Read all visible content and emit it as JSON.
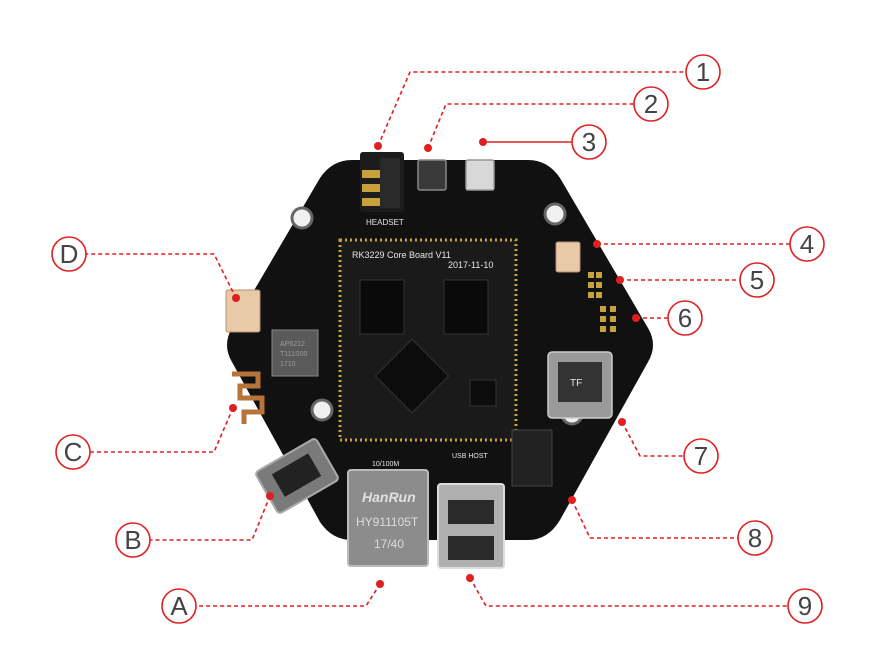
{
  "colors": {
    "leader_line": "#e02020",
    "dot": "#e02020",
    "circle_stroke": "#e02020",
    "label": "#444444",
    "pcb": "#111111",
    "core_board": "#1a1a1a",
    "gold_pins": "#c9a13a"
  },
  "board": {
    "core_title": "RK3229 Core Board  V11",
    "core_date": "2017-11-10",
    "rj45_brand": "HanRun",
    "rj45_part": "HY911105T",
    "rj45_code": "17/40",
    "wifi_chip_line1": "AP6212",
    "wifi_chip_line2": "T111S00",
    "wifi_chip_line3": "1710",
    "silk_headset": "HEADSET",
    "silk_eth": "10/100M",
    "silk_usb": "USB HOST",
    "silk_tf": "TF"
  },
  "callouts": [
    {
      "id": "1",
      "label": "1"
    },
    {
      "id": "2",
      "label": "2"
    },
    {
      "id": "3",
      "label": "3"
    },
    {
      "id": "4",
      "label": "4"
    },
    {
      "id": "5",
      "label": "5"
    },
    {
      "id": "6",
      "label": "6"
    },
    {
      "id": "7",
      "label": "7"
    },
    {
      "id": "8",
      "label": "8"
    },
    {
      "id": "9",
      "label": "9"
    },
    {
      "id": "A",
      "label": "A"
    },
    {
      "id": "B",
      "label": "B"
    },
    {
      "id": "C",
      "label": "C"
    },
    {
      "id": "D",
      "label": "D"
    }
  ]
}
